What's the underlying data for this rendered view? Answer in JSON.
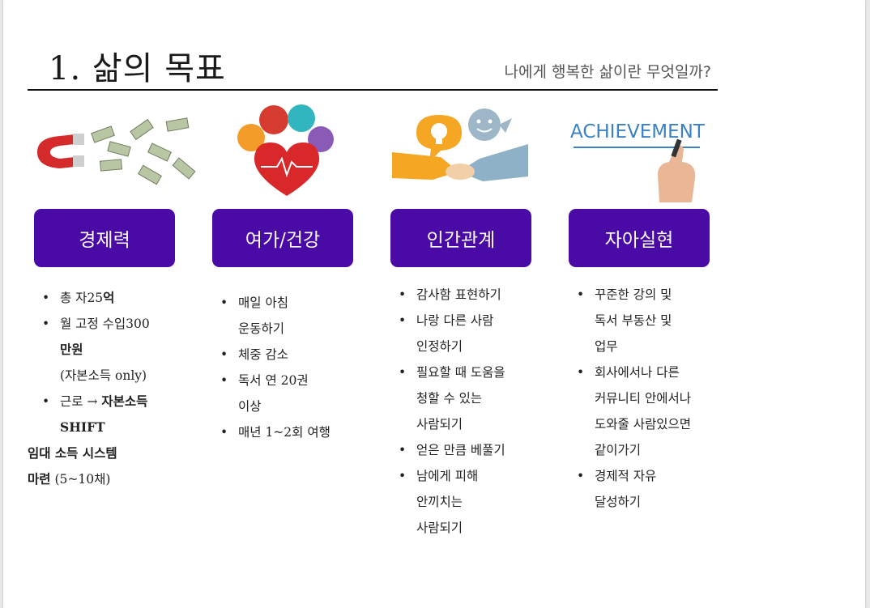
{
  "header": {
    "title": "1. 삶의 목표",
    "subtitle": "나에게 행복한 삶이란 무엇일까?"
  },
  "columns": [
    {
      "heading": "경제력",
      "icon": "magnet-money-icon",
      "lines": {
        "b1": "총 자25",
        "b1_bold": "억",
        "b2": "월 고정 수입300",
        "b2_c1": "만원",
        "b2_c2": "(자본소득 only)",
        "b3": "근로 → ",
        "b3_bold": "자본소득",
        "b3_c1": "SHIFT",
        "free1": "임대 소득 시스템",
        "free2_bold": "마련",
        "free2": " (5~10채)"
      }
    },
    {
      "heading": "여가/건강",
      "icon": "heart-health-icon",
      "lines": {
        "b1": "매일 아침",
        "b1_c1": "운동하기",
        "b2": "체중 감소",
        "b3": "독서 연 20권",
        "b3_c1": "이상",
        "b4": "매년 1~2회 여행"
      }
    },
    {
      "heading": "인간관계",
      "icon": "handshake-icon",
      "lines": {
        "b1": "감사함 표현하기",
        "b2": "나랑 다른 사람",
        "b2_c1": "인정하기",
        "b3": "필요할 때 도움을",
        "b3_c1": "청할 수 있는",
        "b3_c2": "사람되기",
        "b4": "얻은 만큼 베풀기",
        "b5": "남에게 피해",
        "b5_c1": "안끼치는",
        "b5_c2": "사람되기"
      }
    },
    {
      "heading": "자아실현",
      "icon": "achievement-hand-icon",
      "illus_text": "ACHIEVEMENT",
      "lines": {
        "b1": "꾸준한 강의 및",
        "b1_c1": "독서 부동산 및",
        "b1_c2": "업무",
        "b2": "회사에서나 다른",
        "b2_c1": "커뮤니티 안에서나",
        "b2_c2": "도와줄 사람있으면",
        "b2_c3": "같이가기",
        "b3": "경제적 자유",
        "b3_c1": "달성하기"
      }
    }
  ],
  "colors": {
    "pill": "#4a0aa6",
    "text": "#222222"
  }
}
